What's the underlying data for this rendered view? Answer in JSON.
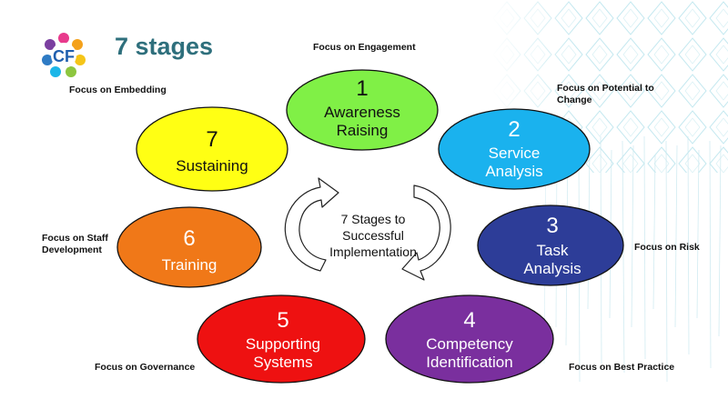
{
  "slide": {
    "title": "7 stages"
  },
  "center": {
    "text": "7 Stages to\nSuccessful\nImplementation"
  },
  "stages": [
    {
      "number": "1",
      "label": "Awareness\nRaising",
      "color": "#80f046",
      "focus": "Focus on Engagement"
    },
    {
      "number": "2",
      "label": "Service\nAnalysis",
      "color": "#1ab2ee",
      "focus": "Focus on Potential  to\nChange"
    },
    {
      "number": "3",
      "label": "Task\nAnalysis",
      "color": "#2d3d98",
      "focus": "Focus on Risk"
    },
    {
      "number": "4",
      "label": "Competency\nIdentification",
      "color": "#7a2f9e",
      "focus": "Focus on Best Practice"
    },
    {
      "number": "5",
      "label": "Supporting\nSystems",
      "color": "#ee1111",
      "focus": "Focus on Governance"
    },
    {
      "number": "6",
      "label": "Training",
      "color": "#f07818",
      "focus": "Focus on Staff\nDevelopment"
    },
    {
      "number": "7",
      "label": "Sustaining",
      "color": "#ffff14",
      "focus": "Focus on Embedding"
    }
  ],
  "icons": {
    "logo": "cf-logo-icon",
    "cycle_arrows": "cycle-arrows-icon"
  }
}
